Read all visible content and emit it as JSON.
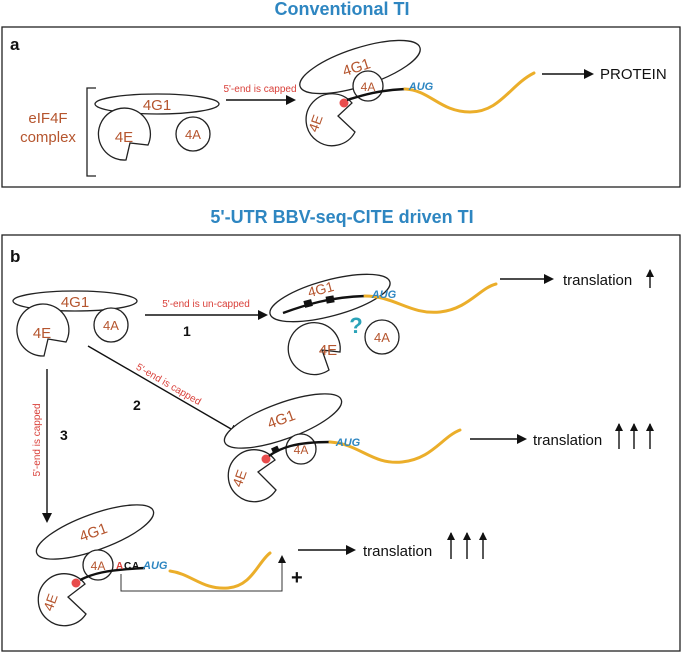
{
  "title_a": "Conventional TI",
  "title_b": "5'-UTR BBV-seq-CITE driven TI",
  "panel_a": {
    "label": "a",
    "complex_line1": "eIF4F",
    "complex_line2": "complex",
    "g1": "4G1",
    "e": "4E",
    "a": "4A",
    "capped": "5'-end is capped",
    "aug": "AUG",
    "protein": "PROTEIN"
  },
  "panel_b": {
    "label": "b",
    "g1": "4G1",
    "e": "4E",
    "a": "4A",
    "path1_label": "5'-end is un-capped",
    "path1_num": "1",
    "path2_label": "5'-end is capped",
    "path2_num": "2",
    "path3_label": "5'-end is capped",
    "path3_num": "3",
    "question": "?",
    "aug": "AUG",
    "aca_a1": "A",
    "aca_c": "C",
    "aca_a2": "A",
    "plus": "+",
    "translation": "translation",
    "colors": {
      "title": "#2E86C1",
      "factor_text": "#B5552E",
      "condition_text": "#D9403A",
      "mrna": "#EBAE2A",
      "cap": "#E84C4C"
    }
  }
}
